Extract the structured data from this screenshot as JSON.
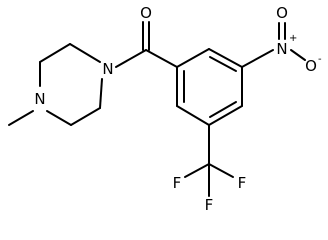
{
  "structure": {
    "atoms": {
      "carbonyl_oxygen": "O",
      "nitro_nitrogen": "N",
      "nitro_nitrogen_charge": "+",
      "nitro_oxygen": "O",
      "nitro_oxygen_charge": "-",
      "nitro_double_oxygen": "O",
      "piperazine_n_amide": "N",
      "piperazine_n_methyl": "N",
      "fluorine_1": "F",
      "fluorine_2": "F",
      "fluorine_3": "F"
    }
  },
  "colors": {
    "bond": "#000000",
    "background": "#ffffff"
  }
}
